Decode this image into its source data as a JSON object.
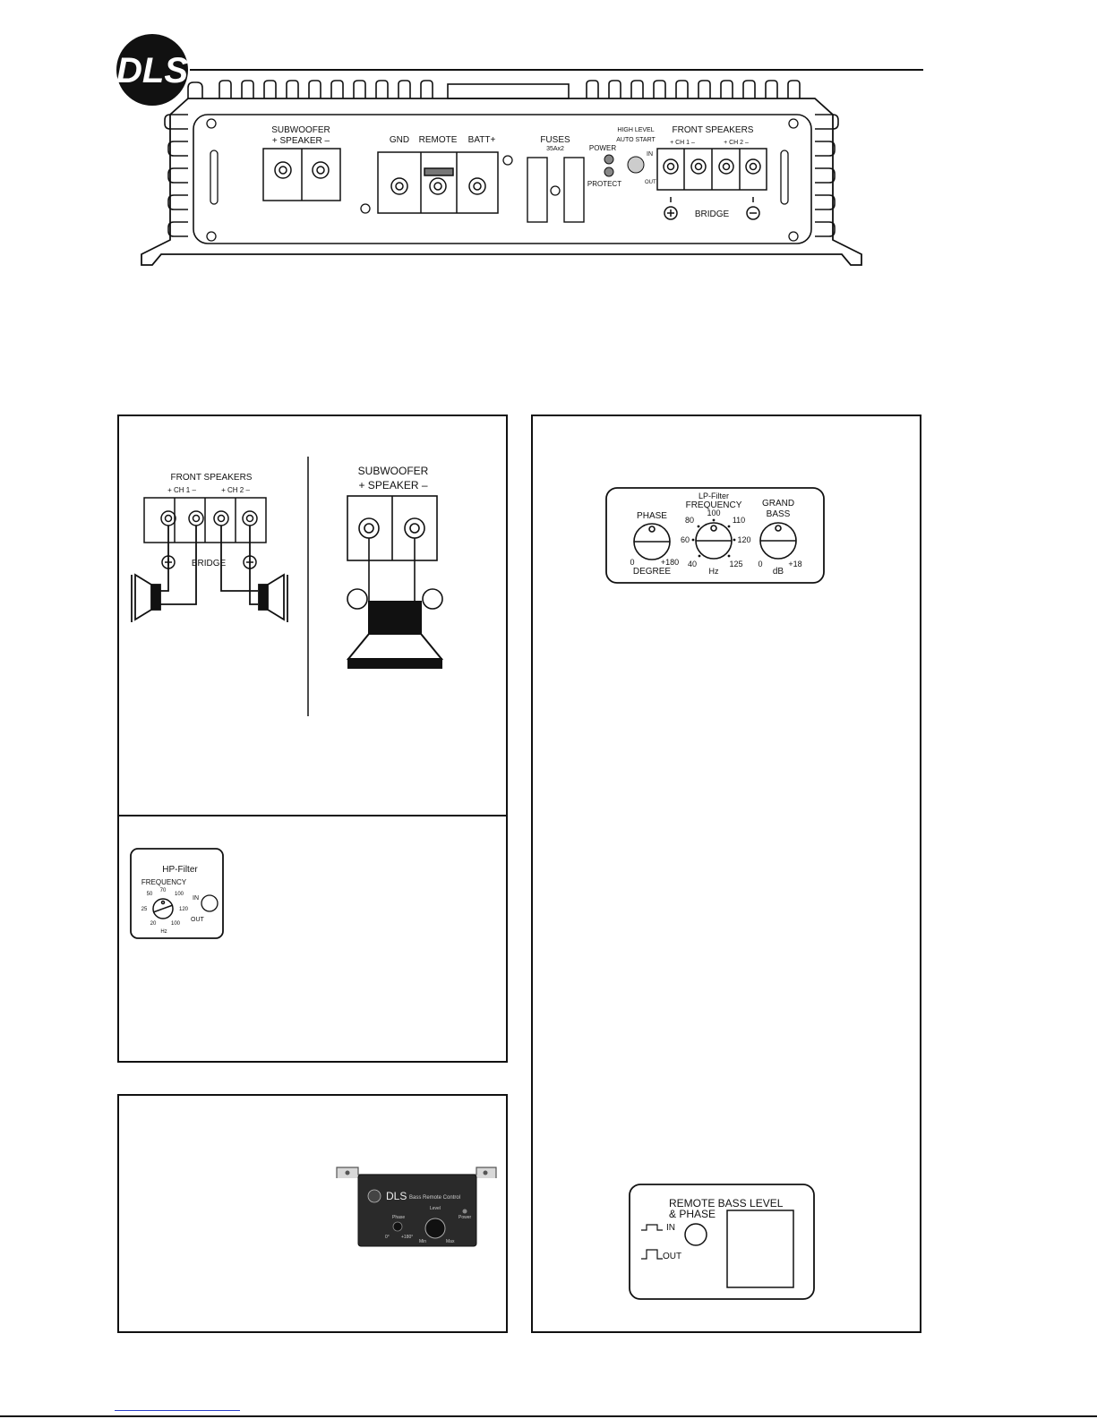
{
  "logo": {
    "text": "DLS"
  },
  "amp_panel": {
    "subwoofer_label": "SUBWOOFER",
    "speaker_label": "+ SPEAKER –",
    "gnd": "GND",
    "remote": "REMOTE",
    "batt": "BATT+",
    "fuses": "FUSES",
    "fuses_rating": "35Ax2",
    "power": "POWER",
    "protect": "PROTECT",
    "high_level": "HIGH LEVEL",
    "auto_start": "AUTO START",
    "in": "IN",
    "out": "OUT",
    "front_speakers": "FRONT  SPEAKERS",
    "ch1": "+ CH 1 –",
    "ch2": "+ CH 2 –",
    "bridge": "BRIDGE"
  },
  "wiring": {
    "front_speakers": "FRONT SPEAKERS",
    "ch1": "+ CH 1 –",
    "ch2": "+ CH 2 –",
    "bridge": "BRIDGE",
    "subwoofer": "SUBWOOFER",
    "speaker": "+ SPEAKER –"
  },
  "hp_filter": {
    "title": "HP-Filter",
    "frequency": "FREQUENCY",
    "t50": "50",
    "t70": "70",
    "t100": "100",
    "t25": "25",
    "t120": "120",
    "t20": "20",
    "t100b": "100",
    "hz": "Hz",
    "in": "IN",
    "out": "OUT"
  },
  "lp_filter": {
    "phase": "PHASE",
    "lp_title": "LP-Filter",
    "frequency": "FREQUENCY",
    "grand": "GRAND",
    "bass": "BASS",
    "p0": "0",
    "p180": "+180",
    "degree": "DEGREE",
    "f80": "80",
    "f100": "100",
    "f110": "110",
    "f60": "60",
    "f120": "120",
    "f40": "40",
    "f125": "125",
    "hz": "Hz",
    "b0": "0",
    "b18": "+18",
    "db": "dB"
  },
  "remote_module": {
    "brand": "DLS",
    "model": "Bass Remote Control",
    "phase": "Phase",
    "level": "Level",
    "power": "Power",
    "p0": "0°",
    "p180": "+180°",
    "min": "Min",
    "max": "Max"
  },
  "remote_panel": {
    "title1": "REMOTE BASS LEVEL",
    "title2": "& PHASE",
    "in": "IN",
    "out": "OUT"
  }
}
